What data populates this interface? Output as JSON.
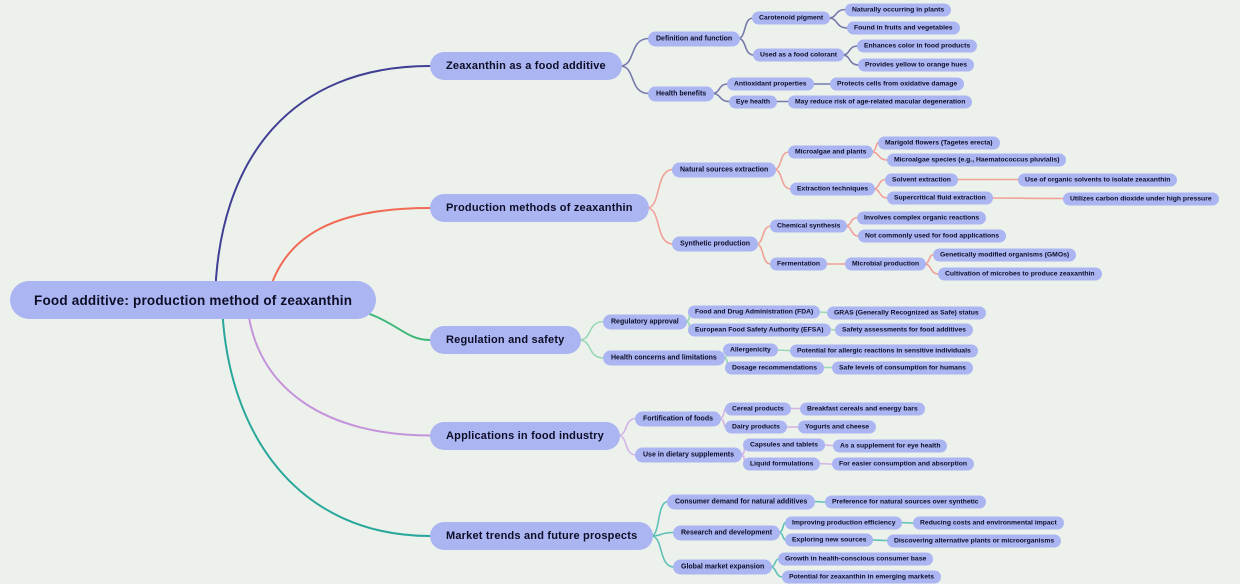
{
  "colors": {
    "background": "#edf1ec",
    "node_fill": "#abb5f2",
    "node_text": "#0d0d26"
  },
  "root": {
    "label": "Food additive: production method of zeaxanthin"
  },
  "branches": [
    {
      "label": "Zeaxanthin as a food additive",
      "colors": {
        "curve": "#3f3f93",
        "link": "#757aab"
      },
      "children": [
        {
          "label": "Definition and function",
          "children": [
            {
              "label": "Carotenoid pigment",
              "children": [
                {
                  "label": "Naturally occurring in plants",
                  "children": []
                },
                {
                  "label": "Found in fruits and vegetables",
                  "children": []
                }
              ]
            },
            {
              "label": "Used as a food colorant",
              "children": [
                {
                  "label": "Enhances color in food products",
                  "children": []
                },
                {
                  "label": "Provides yellow to orange hues",
                  "children": []
                }
              ]
            }
          ]
        },
        {
          "label": "Health benefits",
          "children": [
            {
              "label": "Antioxidant properties",
              "children": [
                {
                  "label": "Protects cells from oxidative damage",
                  "children": []
                }
              ]
            },
            {
              "label": "Eye health",
              "children": [
                {
                  "label": "May reduce risk of age-related macular degeneration",
                  "children": []
                }
              ]
            }
          ]
        }
      ]
    },
    {
      "label": "Production methods of zeaxanthin",
      "colors": {
        "curve": "#f16a55",
        "link": "#f0a198"
      },
      "children": [
        {
          "label": "Natural sources extraction",
          "children": [
            {
              "label": "Microalgae and plants",
              "children": [
                {
                  "label": "Marigold flowers (Tagetes erecta)",
                  "children": []
                },
                {
                  "label": "Microalgae species (e.g., Haematococcus pluvialis)",
                  "children": []
                }
              ]
            },
            {
              "label": "Extraction techniques",
              "children": [
                {
                  "label": "Solvent extraction",
                  "children": [
                    {
                      "label": "Use of organic solvents to isolate zeaxanthin",
                      "children": []
                    }
                  ]
                },
                {
                  "label": "Supercritical fluid extraction",
                  "children": [
                    {
                      "label": "Utilizes carbon dioxide under high pressure",
                      "children": []
                    }
                  ]
                }
              ]
            }
          ]
        },
        {
          "label": "Synthetic production",
          "children": [
            {
              "label": "Chemical synthesis",
              "children": [
                {
                  "label": "Involves complex organic reactions",
                  "children": []
                },
                {
                  "label": "Not commonly used for food applications",
                  "children": []
                }
              ]
            },
            {
              "label": "Fermentation",
              "children": [
                {
                  "label": "Microbial production",
                  "children": [
                    {
                      "label": "Genetically modified organisms (GMOs)",
                      "children": []
                    },
                    {
                      "label": "Cultivation of microbes to produce zeaxanthin",
                      "children": []
                    }
                  ]
                }
              ]
            }
          ]
        }
      ]
    },
    {
      "label": "Regulation and safety",
      "colors": {
        "curve": "#3eb878",
        "link": "#98d8b4"
      },
      "children": [
        {
          "label": "Regulatory approval",
          "children": [
            {
              "label": "Food and Drug Administration (FDA)",
              "children": [
                {
                  "label": "GRAS (Generally Recognized as Safe) status",
                  "children": []
                }
              ]
            },
            {
              "label": "European Food Safety Authority (EFSA)",
              "children": [
                {
                  "label": "Safety assessments for food additives",
                  "children": []
                }
              ]
            }
          ]
        },
        {
          "label": "Health concerns and limitations",
          "children": [
            {
              "label": "Allergenicity",
              "children": [
                {
                  "label": "Potential for allergic reactions in sensitive individuals",
                  "children": []
                }
              ]
            },
            {
              "label": "Dosage recommendations",
              "children": [
                {
                  "label": "Safe levels of consumption for humans",
                  "children": []
                }
              ]
            }
          ]
        }
      ]
    },
    {
      "label": "Applications in food industry",
      "colors": {
        "curve": "#c493dc",
        "link": "#d2b3e6"
      },
      "children": [
        {
          "label": "Fortification of foods",
          "children": [
            {
              "label": "Cereal products",
              "children": [
                {
                  "label": "Breakfast cereals and energy bars",
                  "children": []
                }
              ]
            },
            {
              "label": "Dairy products",
              "children": [
                {
                  "label": "Yogurts and cheese",
                  "children": []
                }
              ]
            }
          ]
        },
        {
          "label": "Use in dietary supplements",
          "children": [
            {
              "label": "Capsules and tablets",
              "children": [
                {
                  "label": "As a supplement for eye health",
                  "children": []
                }
              ]
            },
            {
              "label": "Liquid formulations",
              "children": [
                {
                  "label": "For easier consumption and absorption",
                  "children": []
                }
              ]
            }
          ]
        }
      ]
    },
    {
      "label": "Market trends and future prospects",
      "colors": {
        "curve": "#2aa79b",
        "link": "#5ec1b7"
      },
      "children": [
        {
          "label": "Consumer demand for natural additives",
          "children": [
            {
              "label": "Preference for natural sources over synthetic",
              "children": []
            }
          ]
        },
        {
          "label": "Research and development",
          "children": [
            {
              "label": "Improving production efficiency",
              "children": [
                {
                  "label": "Reducing costs and environmental impact",
                  "children": []
                }
              ]
            },
            {
              "label": "Exploring new sources",
              "children": [
                {
                  "label": "Discovering alternative plants or microorganisms",
                  "children": []
                }
              ]
            }
          ]
        },
        {
          "label": "Global market expansion",
          "children": [
            {
              "label": "Growth in health-conscious consumer base",
              "children": []
            },
            {
              "label": "Potential for zeaxanthin in emerging markets",
              "children": []
            }
          ]
        }
      ]
    }
  ]
}
